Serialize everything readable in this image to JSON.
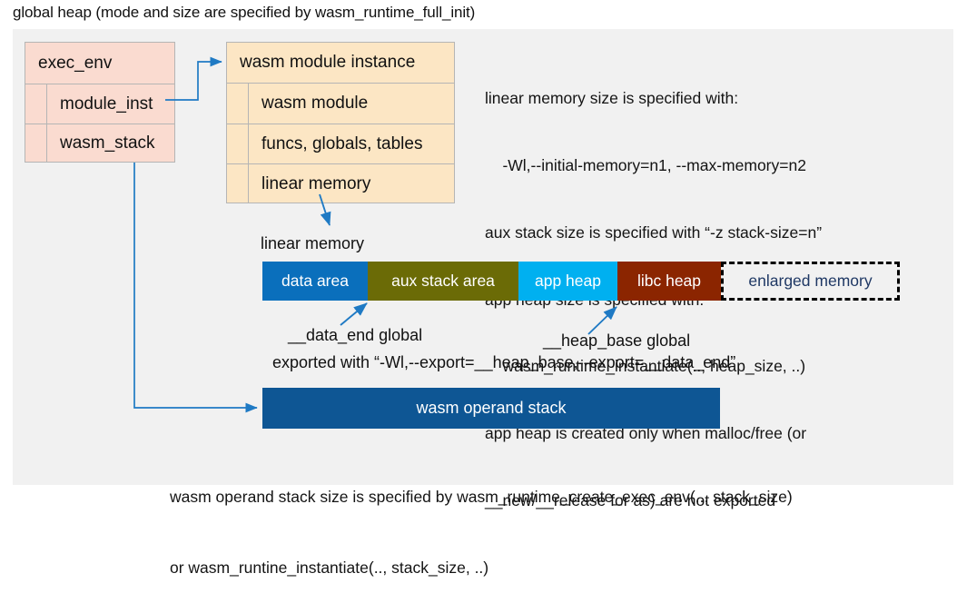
{
  "title": "global heap (mode and size are specified by wasm_runtime_full_init)",
  "colors": {
    "panel_bg": "#f1f1f1",
    "exec_env_fill": "#fadbd0",
    "module_inst_fill": "#fce6c4",
    "box_border": "#b5b5b5",
    "connector_blue": "#1f7ac4",
    "data_area": "#0a6fbc",
    "aux_stack_area": "#6b6b06",
    "app_heap": "#00b0f0",
    "libc_heap": "#8b2500",
    "enlarged_memory_fill": "#f1f1f1",
    "enlarged_memory_text": "#1f3864",
    "operand_stack": "#0e5694"
  },
  "exec_env": {
    "header": "exec_env",
    "rows": [
      {
        "label": "module_inst"
      },
      {
        "label": "wasm_stack"
      }
    ]
  },
  "module_instance": {
    "header": "wasm module instance",
    "rows": [
      {
        "label": "wasm module"
      },
      {
        "label": "funcs, globals, tables"
      },
      {
        "label": "linear memory"
      }
    ]
  },
  "notes": {
    "lines": [
      "linear memory size is specified with:",
      "    -Wl,--initial-memory=n1, --max-memory=n2",
      "aux stack size is specified with “-z stack-size=n”",
      "app heap size is specified with:",
      "    wasm_runtime_instantiate(.., heap_size, ..)",
      "app heap is created only when malloc/free (or",
      "__new/__release for as) are not exported"
    ]
  },
  "linear_memory": {
    "caption": "linear memory",
    "segments": [
      {
        "id": "data-area",
        "label": "data area",
        "color": "#0a6fbc"
      },
      {
        "id": "aux-stack-area",
        "label": "aux stack area",
        "color": "#6b6b06"
      },
      {
        "id": "app-heap",
        "label": "app heap",
        "color": "#00b0f0"
      },
      {
        "id": "libc-heap",
        "label": "libc heap",
        "color": "#8b2500"
      },
      {
        "id": "enlarged-memory",
        "label": "enlarged memory",
        "color": "#f1f1f1"
      }
    ]
  },
  "annotations": {
    "data_end": "__data_end global",
    "heap_base": "__heap_base global",
    "exported_with": "exported with “-Wl,--export=__heap_base,--export=__data_end”"
  },
  "operand_stack": {
    "label": "wasm operand stack"
  },
  "bottom_notes": {
    "lines": [
      "wasm operand stack size is specified by wasm_runtime_create_exec_env(.., stack_size)",
      "or wasm_runtine_instantiate(.., stack_size, ..)"
    ]
  }
}
